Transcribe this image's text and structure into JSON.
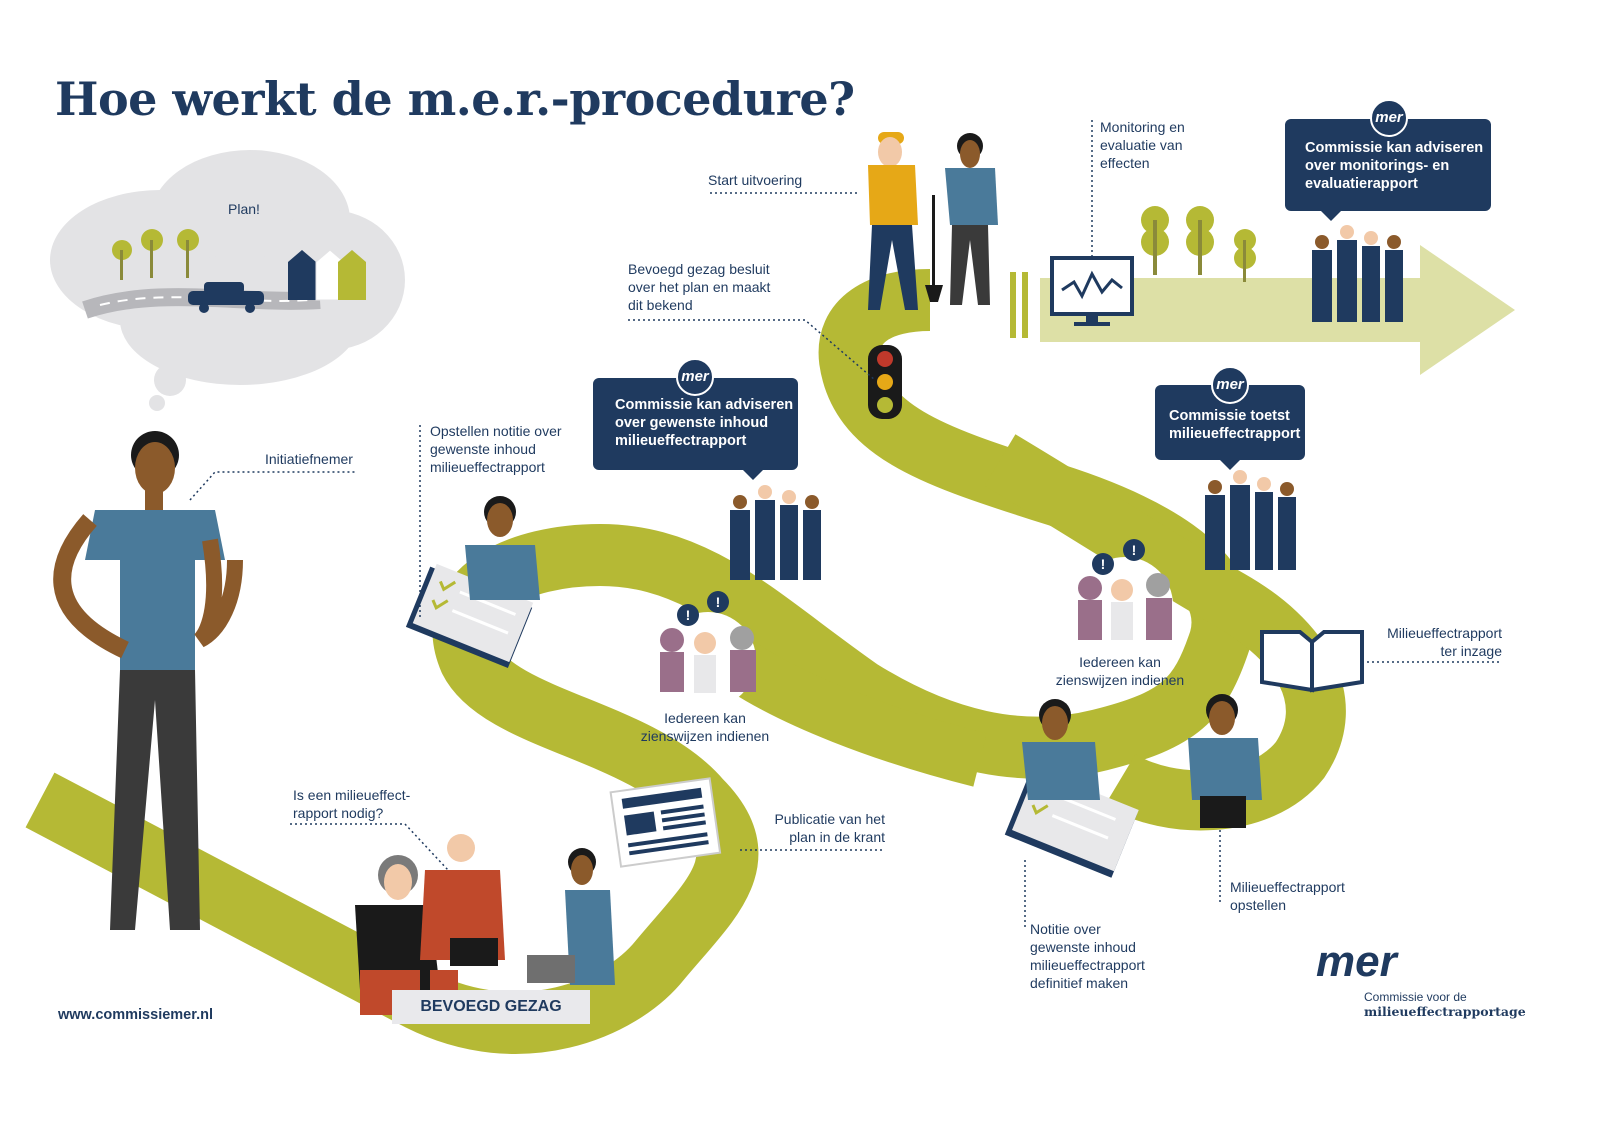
{
  "title": "Hoe werkt de m.e.r.-procedure?",
  "footer": {
    "url": "www.commissiemer.nl"
  },
  "brand": {
    "logo_text": "mer",
    "line1": "Commissie voor de",
    "line2": "milieueffectrapportage"
  },
  "cloud": {
    "label": "Plan!"
  },
  "gezag_label": "BEVOEGD GEZAG",
  "steps": {
    "initiatiefnemer": "Initiatiefnemer",
    "rapport_nodig": "Is een milieueffect-\nrapport nodig?",
    "opstellen_notitie": "Opstellen notitie over\ngewenste inhoud\nmilieueffectrapport",
    "zienswijzen_1": "Iedereen kan\nzienswijzen indienen",
    "publicatie": "Publicatie van het\nplan in de krant",
    "besluit": "Bevoegd gezag besluit\nover het plan en maakt\ndit bekend",
    "start": "Start uitvoering",
    "monitoring": "Monitoring en\nevaluatie van\neffecten",
    "zienswijzen_2": "Iedereen kan\nzienswijzen indienen",
    "ter_inzage": "Milieueffectrapport\nter inzage",
    "notitie_definitief": "Notitie over\ngewenste inhoud\nmilieueffectrapport\ndefinitief maken",
    "rapport_opstellen": "Milieueffectrapport\nopstellen"
  },
  "bubbles": {
    "advies_inhoud": "Commissie kan  adviseren\nover  gewenste inhoud\nmilieueffectrapport",
    "toetst": "Commissie toetst\nmilieueffectrapport",
    "advies_monitoring": "Commissie kan adviseren\nover monitorings- en\nevaluatierapport"
  },
  "colors": {
    "navy": "#1f3a5f",
    "path_green": "#b5b935",
    "arrow_light": "#dde0a6",
    "cloud_grey": "#e3e3e5"
  }
}
